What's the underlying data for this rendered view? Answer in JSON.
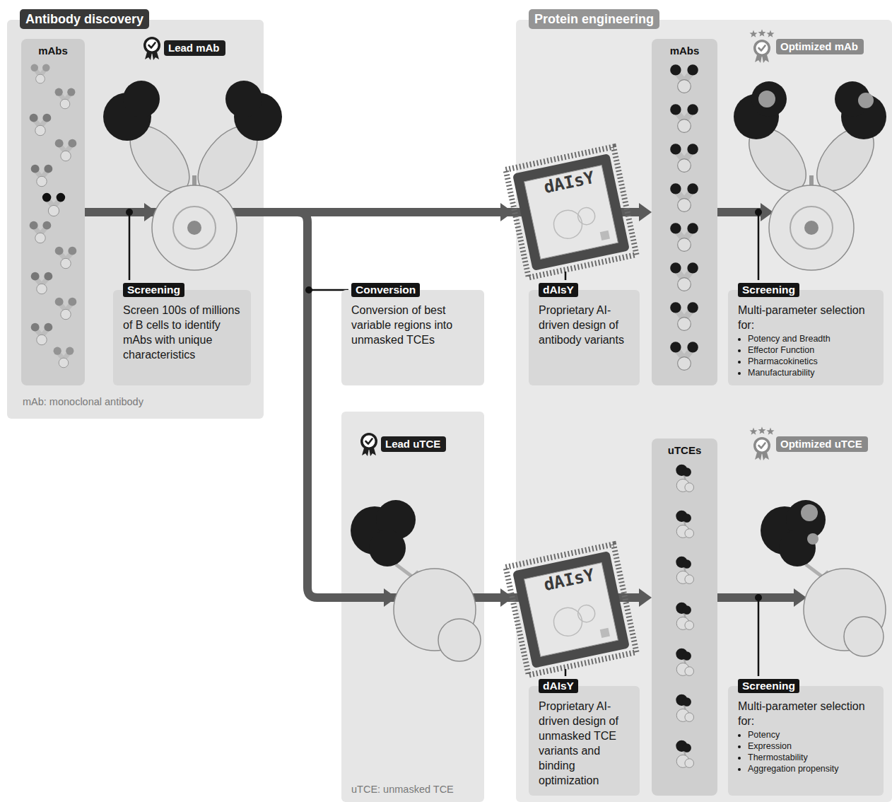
{
  "diagram": {
    "nodes": [
      {
        "text": [
          "Antibody discovery",
          "mAb: monoclonal antibody"
        ]
      },
      {
        "text": [
          "mAbs"
        ],
        "in": 0
      },
      {
        "text": [
          "Lead mAb"
        ],
        "in": 0
      },
      {
        "text": [
          "Screening",
          "Screen 100s of millions of B cells to identify mAbs with unique characteristics"
        ],
        "in": 0
      },
      {
        "text": [
          "Conversion",
          "Conversion of best variable regions into unmasked TCEs"
        ]
      },
      {
        "text": [
          "uTCE: unmasked TCE"
        ]
      },
      {
        "text": [
          "Lead uTCE"
        ],
        "in": 5
      },
      {
        "text": [
          "Protein engineering"
        ]
      },
      {
        "text": [
          "dAIsY",
          "Proprietary AI-driven design of antibody variants"
        ],
        "in": 7
      },
      {
        "text": [
          "mAbs"
        ],
        "in": 7
      },
      {
        "text": [
          "Optimized mAb"
        ],
        "in": 7
      },
      {
        "text": [
          "Screening",
          "Multi-parameter selection for:",
          "Potency and Breadth",
          "Effector Function",
          "Pharmacokinetics",
          "Manufacturability"
        ],
        "in": 7
      },
      {
        "text": [
          "dAIsY",
          "Proprietary AI-driven design of unmasked TCE variants and binding optimization"
        ],
        "in": 7
      },
      {
        "text": [
          "uTCEs"
        ],
        "in": 7
      },
      {
        "text": [
          "Optimized uTCE"
        ],
        "in": 7
      },
      {
        "text": [
          "Screening",
          "Multi-parameter selection for:",
          "Potency",
          "Expression",
          "Thermostability",
          "Aggregation propensity"
        ],
        "in": 7
      }
    ],
    "edges": [
      {
        "from": 1,
        "to": 9,
        "arrow": "to"
      },
      {
        "from": 1,
        "to": 13,
        "arrow": "to"
      }
    ],
    "labels": [
      "dAIsY",
      "dAIsY"
    ]
  }
}
